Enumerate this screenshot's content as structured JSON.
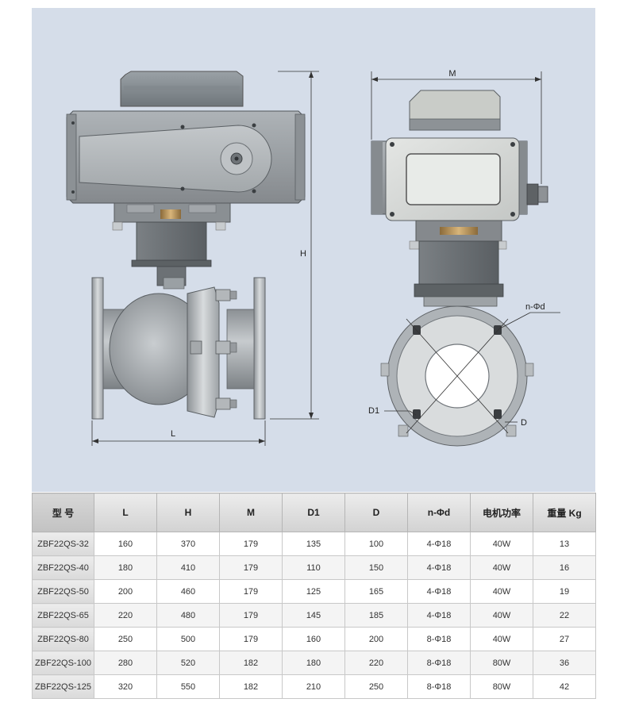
{
  "dimensions": {
    "H": "H",
    "L": "L",
    "M": "M",
    "D1": "D1",
    "D": "D",
    "n_phi_d": "n-Φd"
  },
  "table": {
    "headers": [
      "型 号",
      "L",
      "H",
      "M",
      "D1",
      "D",
      "n-Φd",
      "电机功率",
      "重量 Kg"
    ],
    "rows": [
      [
        "ZBF22QS-32",
        "160",
        "370",
        "179",
        "135",
        "100",
        "4-Φ18",
        "40W",
        "13"
      ],
      [
        "ZBF22QS-40",
        "180",
        "410",
        "179",
        "110",
        "150",
        "4-Φ18",
        "40W",
        "16"
      ],
      [
        "ZBF22QS-50",
        "200",
        "460",
        "179",
        "125",
        "165",
        "4-Φ18",
        "40W",
        "19"
      ],
      [
        "ZBF22QS-65",
        "220",
        "480",
        "179",
        "145",
        "185",
        "4-Φ18",
        "40W",
        "22"
      ],
      [
        "ZBF22QS-80",
        "250",
        "500",
        "179",
        "160",
        "200",
        "8-Φ18",
        "40W",
        "27"
      ],
      [
        "ZBF22QS-100",
        "280",
        "520",
        "182",
        "180",
        "220",
        "8-Φ18",
        "80W",
        "36"
      ],
      [
        "ZBF22QS-125",
        "320",
        "550",
        "182",
        "210",
        "250",
        "8-Φ18",
        "80W",
        "42"
      ]
    ]
  }
}
